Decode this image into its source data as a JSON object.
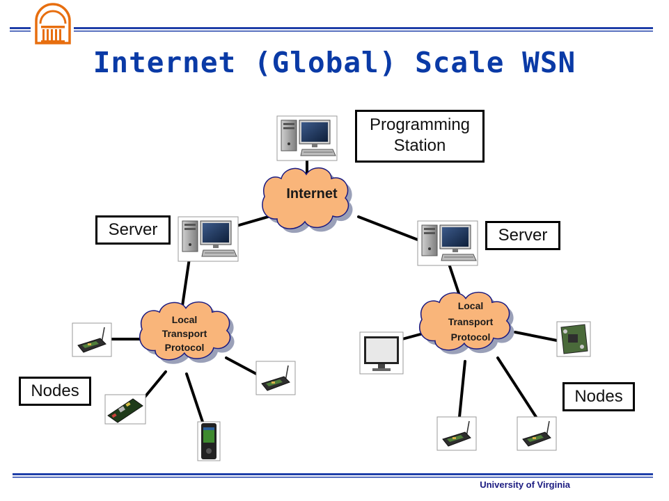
{
  "slide": {
    "title": "Internet (Global) Scale WSN",
    "footer": "University of Virginia",
    "logo_icon": "rotunda-logo-icon",
    "accent_color": "#e76e0f",
    "rule_color": "#1f3fa8"
  },
  "diagram": {
    "labels": {
      "programming_station": [
        "Programming",
        "Station"
      ],
      "server_left": "Server",
      "server_right": "Server",
      "nodes_left": "Nodes",
      "nodes_right": "Nodes"
    },
    "clouds": {
      "internet": "Internet",
      "local_left": [
        "Local",
        "Transport",
        "Protocol"
      ],
      "local_right": [
        "Local",
        "Transport",
        "Protocol"
      ]
    },
    "cloud_color": "#f9b57a",
    "icons": [
      "desktop-computer-icon",
      "sensor-node-icon",
      "sensor-board-icon",
      "pda-icon",
      "lcd-monitor-icon"
    ]
  }
}
